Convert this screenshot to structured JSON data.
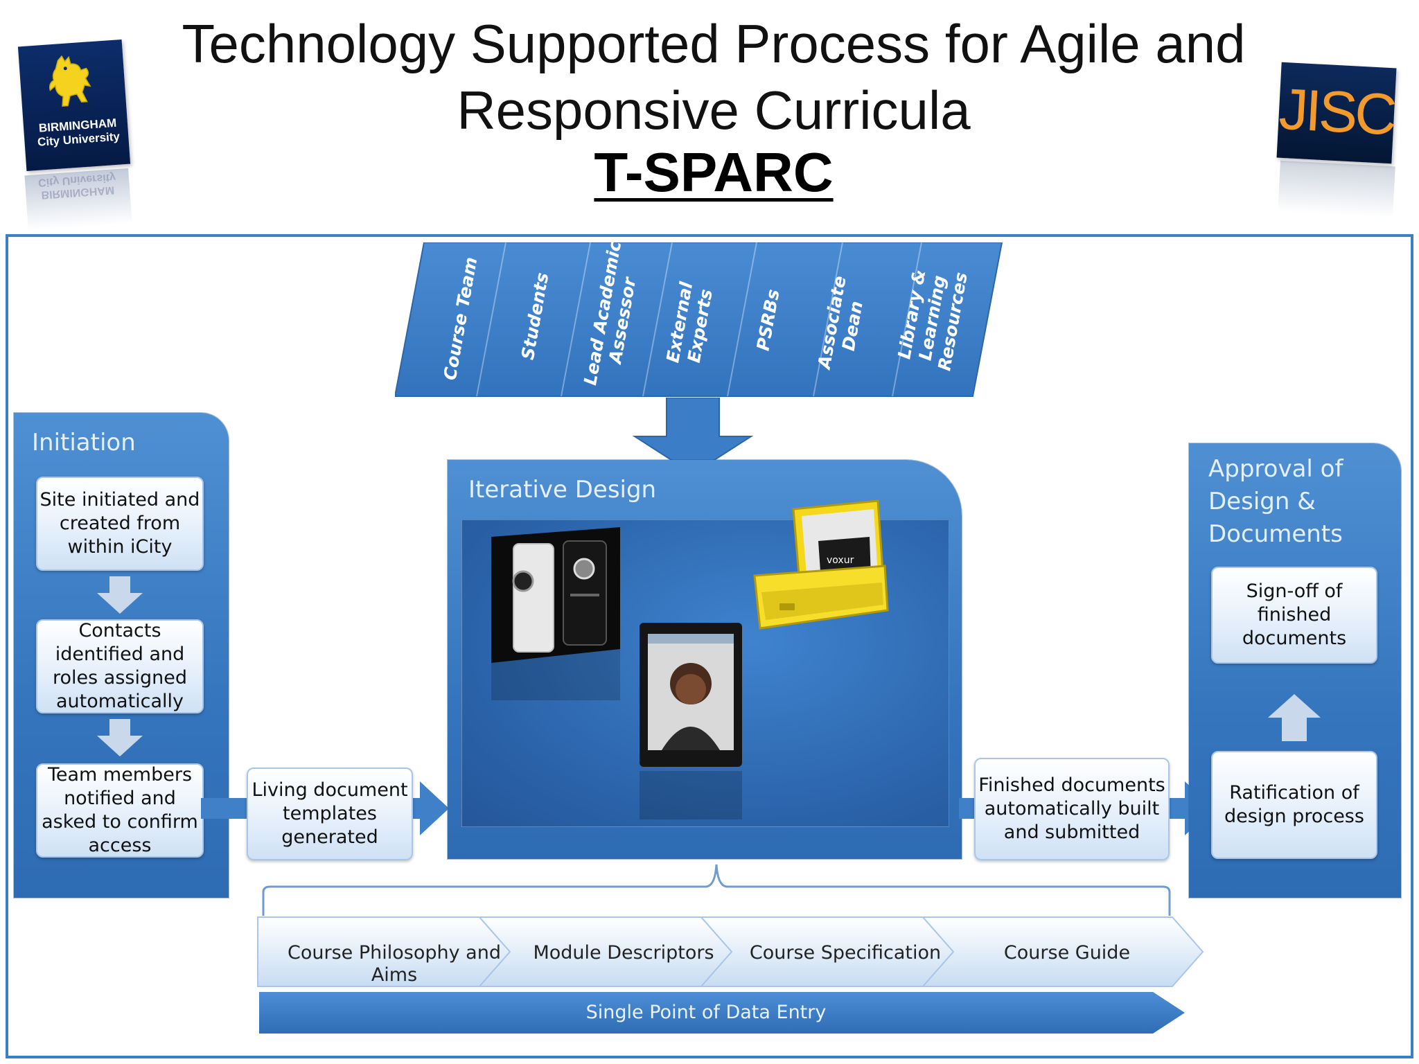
{
  "header": {
    "title_line1": "Technology Supported Process for Agile and",
    "title_line2": "Responsive Curricula",
    "acronym": "T-SPARC"
  },
  "logos": {
    "left_org": "BIRMINGHAM City University",
    "right_org": "JISC"
  },
  "stakeholders": [
    "Course Team",
    "Students",
    "Lead Academic\nAssessor",
    "External\nExperts",
    "PSRBs",
    "Associate\nDean",
    "Library &\nLearning\nResources"
  ],
  "initiation": {
    "title": "Initiation",
    "steps": [
      "Site initiated and created from within iCity",
      "Contacts identified and roles assigned automatically",
      "Team members notified and asked to confirm access"
    ]
  },
  "living_templates": "Living document templates generated",
  "iterative_design": {
    "title": "Iterative Design",
    "device_brand": "voxur"
  },
  "finished_documents": "Finished documents automatically built and submitted",
  "approval": {
    "title_line1": "Approval of",
    "title_line2": "Design &",
    "title_line3": "Documents",
    "signoff": "Sign-off of finished documents",
    "ratification": "Ratification of design process"
  },
  "documents": [
    "Course Philosophy and Aims",
    "Module Descriptors",
    "Course Specification",
    "Course Guide"
  ],
  "single_entry": "Single Point of Data Entry",
  "colors": {
    "panel_blue": "#3575bd",
    "frame_blue": "#3b7fc4",
    "jisc_orange": "#f29a2e",
    "bcu_navy": "#0c2d6b",
    "case_yellow": "#f3d81c"
  }
}
